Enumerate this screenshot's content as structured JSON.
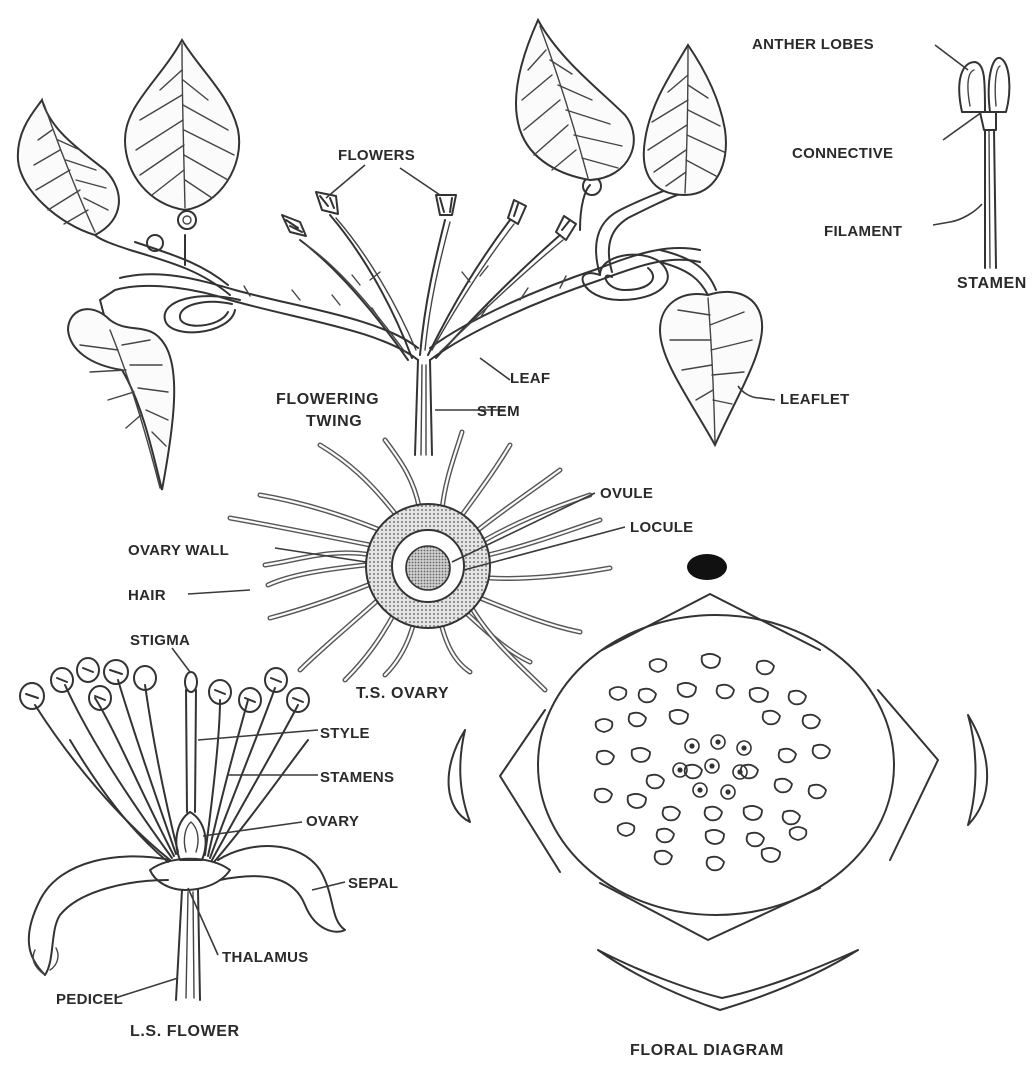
{
  "labels": {
    "anther_lobes": "ANTHER LOBES",
    "connective": "CONNECTIVE",
    "filament": "FILAMENT",
    "stamen": "STAMEN",
    "flowers": "FLOWERS",
    "leaf": "LEAF",
    "stem": "STEM",
    "leaflet": "LEAFLET",
    "flowering_1": "FLOWERING",
    "flowering_2": "TWING",
    "ovule": "OVULE",
    "locule": "LOCULE",
    "ovary_wall": "OVARY WALL",
    "hair": "HAIR",
    "ts_ovary": "T.S. OVARY",
    "stigma": "STIGMA",
    "style": "STYLE",
    "stamens": "STAMENS",
    "ovary": "OVARY",
    "sepal": "SEPAL",
    "thalamus": "THALAMUS",
    "pedicel": "PEDICEL",
    "ls_flower": "L.S. FLOWER",
    "floral_diagram": "FLORAL DIAGRAM"
  }
}
